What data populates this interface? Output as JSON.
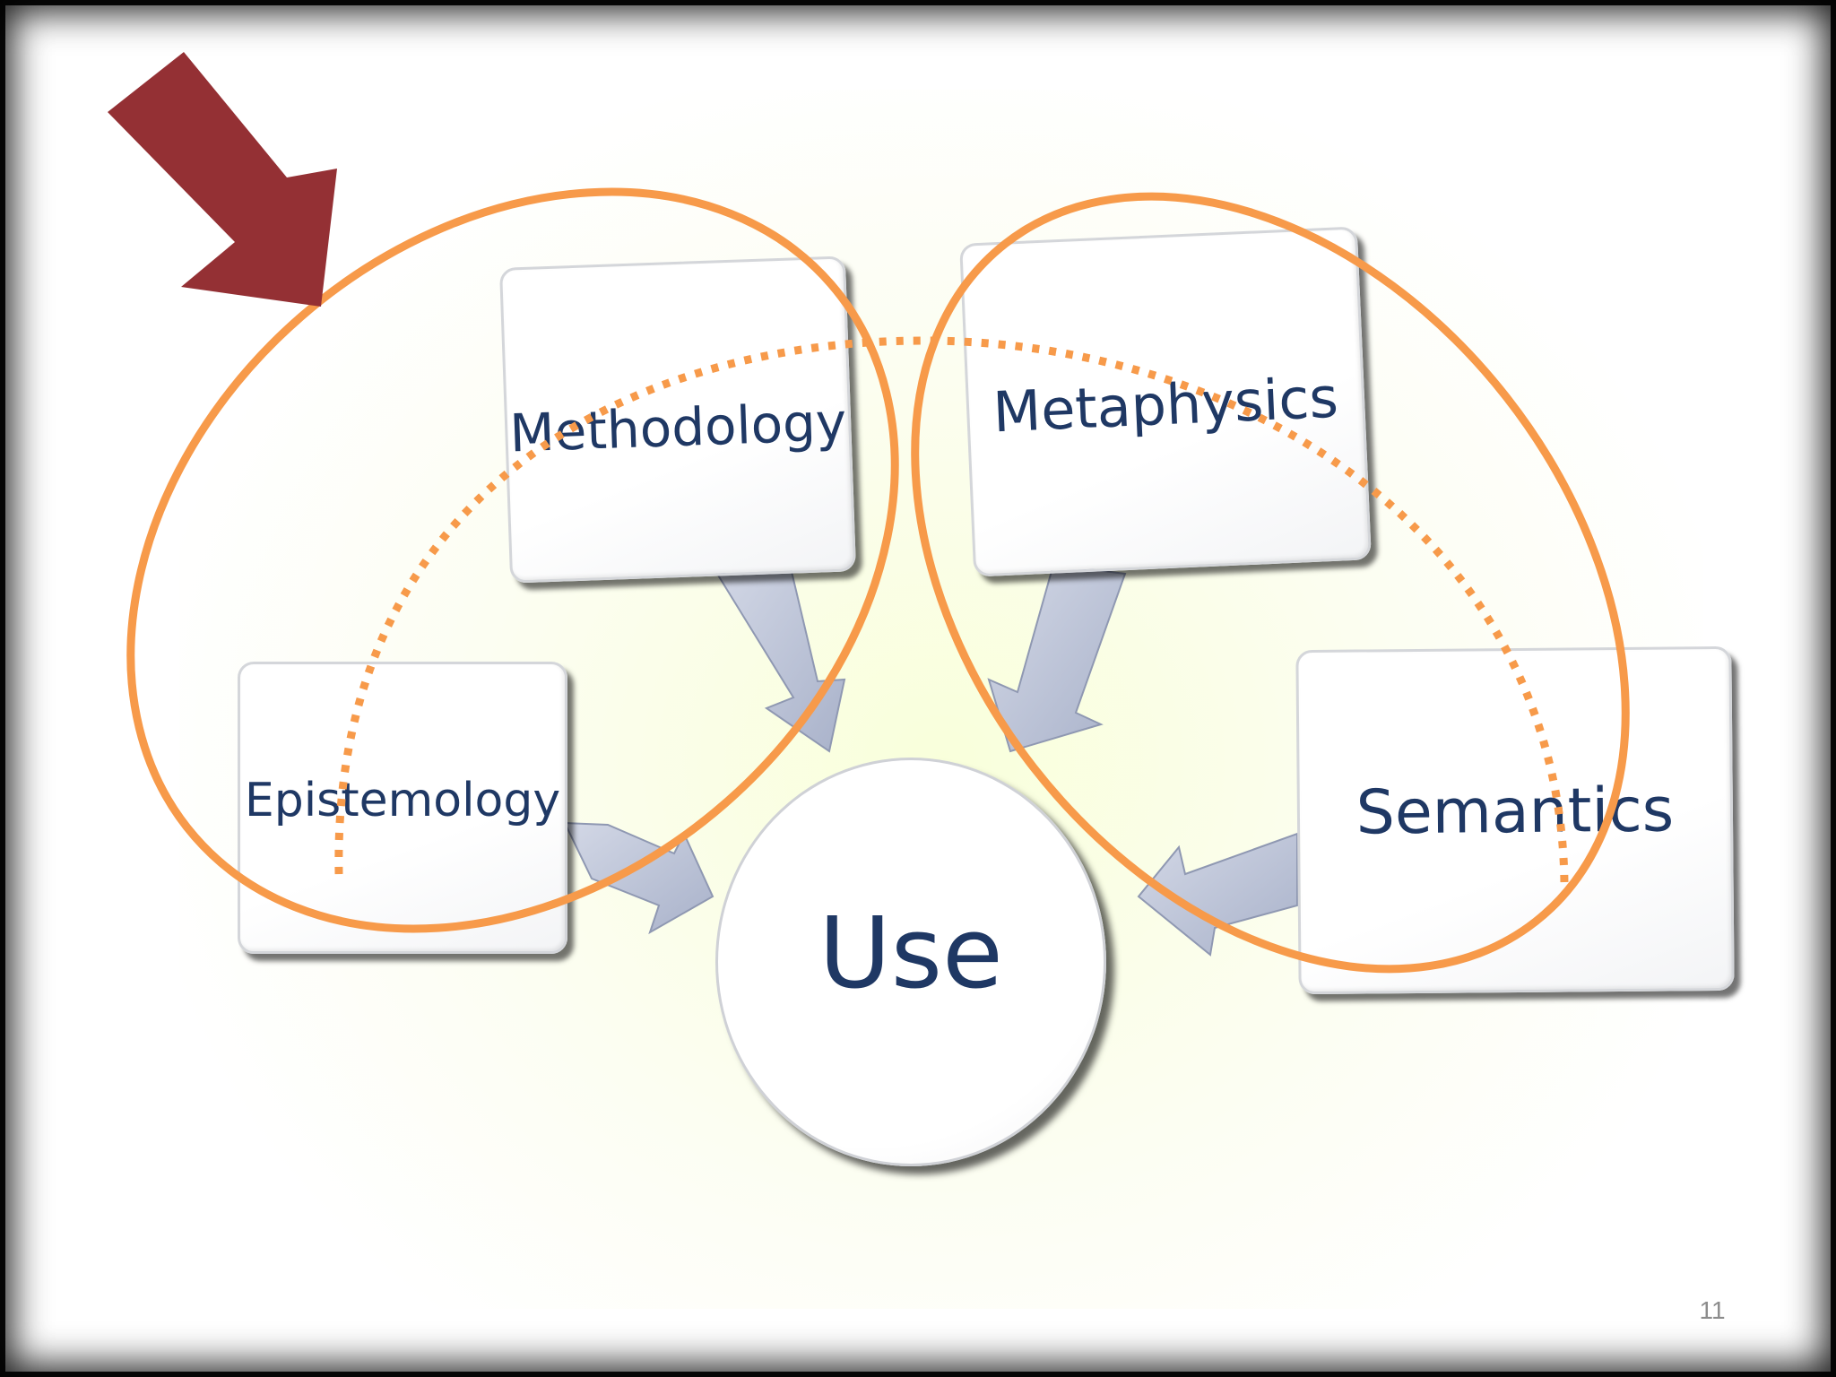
{
  "diagram": {
    "nodes": {
      "methodology": "Methodology",
      "metaphysics": "Metaphysics",
      "epistemology": "Epistemology",
      "semantics": "Semantics",
      "use": "Use"
    },
    "slide_number": "11"
  },
  "colors": {
    "pointer_arrow": "#943034",
    "ellipse_outline": "#f79a4a",
    "connector_arrow": "#b9c1d6",
    "node_text": "#1f3864"
  },
  "icons": {
    "pointer": "arrow-down-right-icon"
  }
}
